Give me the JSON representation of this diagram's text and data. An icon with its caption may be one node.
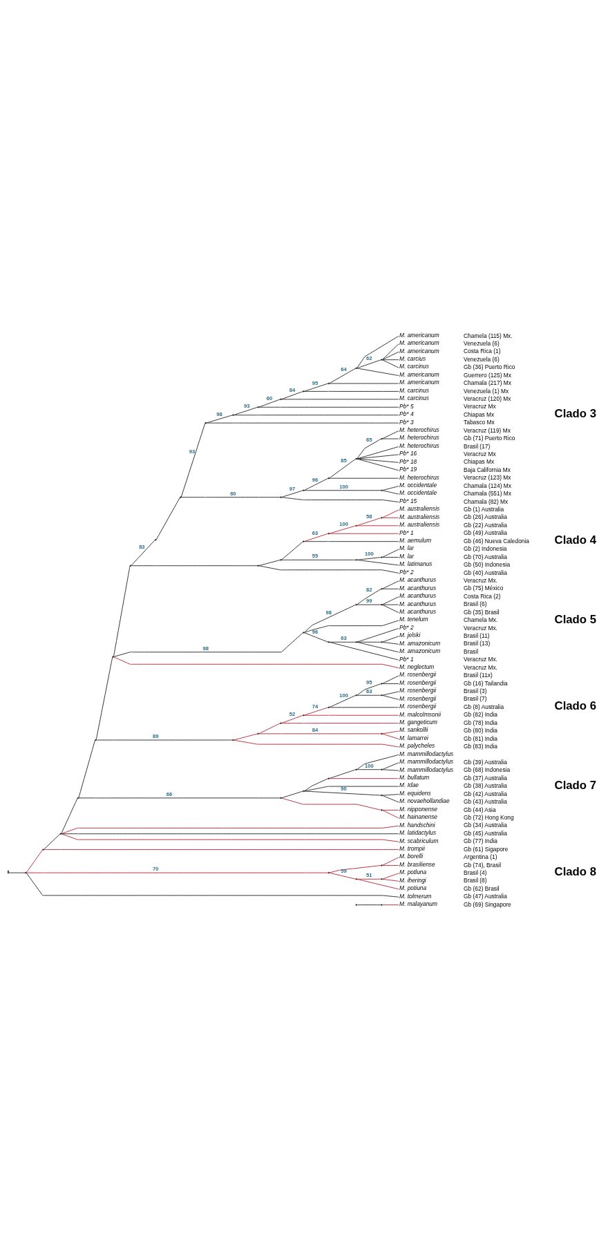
{
  "diagram": {
    "nodes": [
      {
        "text": [
          "M. americanum",
          "Chamela (115) Mx."
        ]
      },
      {
        "text": [
          "M. americanum",
          "Venezuela (6)"
        ]
      },
      {
        "text": [
          "M. americanum",
          "Costa Rica (1)"
        ]
      },
      {
        "text": [
          "M. carcius",
          "Venezuela (6)"
        ]
      },
      {
        "text": [
          "M. carcinus",
          "Gb (36) Puerto Rico"
        ]
      },
      {
        "text": [
          "M. americanum",
          "Guerrero (125) Mx"
        ]
      },
      {
        "text": [
          "M. americanum",
          "Chamala (217) Mx"
        ]
      },
      {
        "text": [
          "M. carcinus",
          "Venezuela (1) Mx"
        ]
      },
      {
        "text": [
          "M. carcinus",
          "Veracruz (120) Mx"
        ]
      },
      {
        "text": [
          "Pb* 5",
          "Veracruz Mx"
        ]
      },
      {
        "text": [
          "Pb* 4",
          "Chiapas Mx"
        ]
      },
      {
        "text": [
          "Pb* 3",
          "Tabasco Mx"
        ]
      },
      {
        "text": [
          "M. heterochirus",
          "Veracruz (119) Mx"
        ]
      },
      {
        "text": [
          "M. heterochirus",
          "Gb (71) Puerto Rico"
        ]
      },
      {
        "text": [
          "M. heterochirus",
          "Brasil (17)"
        ]
      },
      {
        "text": [
          "Pb* 16",
          "Veracruz Mx"
        ]
      },
      {
        "text": [
          "Pb* 18",
          "Chiapas Mx"
        ]
      },
      {
        "text": [
          "Pb* 19",
          "Baja California Mx"
        ]
      },
      {
        "text": [
          "M. heterochirus",
          "Veracruz (123) Mx"
        ]
      },
      {
        "text": [
          "M. occidentale",
          "Chamala (124) Mx"
        ]
      },
      {
        "text": [
          "M. occidentale",
          "Chamala (551) Mx"
        ]
      },
      {
        "text": [
          "Pb* 15",
          "Chamala (82) Mx"
        ]
      },
      {
        "text": [
          "M. australiensis",
          "Gb (1) Australia"
        ]
      },
      {
        "text": [
          "M. australiensis",
          "Gb (26) Australia"
        ]
      },
      {
        "text": [
          "M. australiensis",
          "Gb (22) Australia"
        ]
      },
      {
        "text": [
          "Pb* 1",
          "Gb (49) Australia"
        ]
      },
      {
        "text": [
          "M. aemulum",
          "Gb (46) Nueva Caledonia"
        ]
      },
      {
        "text": [
          "M. lar",
          "Gb (2) Indonesia"
        ]
      },
      {
        "text": [
          "M. lar",
          "Gb (70) Australia"
        ]
      },
      {
        "text": [
          "M. latimanus",
          "Gb (50) Indonesia"
        ]
      },
      {
        "text": [
          "Pb* 2",
          "Gb (40) Australia"
        ]
      },
      {
        "text": [
          "M. acanthurus",
          "Veracruz Mx."
        ]
      },
      {
        "text": [
          "M. acanthurus",
          "Gb (75) México"
        ]
      },
      {
        "text": [
          "M. acanthurus",
          "Costa Rica (2)"
        ]
      },
      {
        "text": [
          "M. acanthurus",
          "Brasil (6)"
        ]
      },
      {
        "text": [
          "M. acanthurus",
          "Gb (35) Brasil"
        ]
      },
      {
        "text": [
          "M. tenelum",
          "Chamela Mx."
        ]
      },
      {
        "text": [
          "Pb* 2",
          "Veracruz Mx."
        ]
      },
      {
        "text": [
          "M. jelski",
          "Brasil (11)"
        ]
      },
      {
        "text": [
          "M. amazonicum",
          "Brasil (13)"
        ]
      },
      {
        "text": [
          "M. amazonicum",
          "Brasil"
        ]
      },
      {
        "text": [
          "Pb* 1",
          "Veracruz Mx."
        ]
      },
      {
        "text": [
          "M. neglectum",
          "Veracruz Mx."
        ]
      },
      {
        "text": [
          "M. rosenbergii",
          "Brasil (11x)"
        ]
      },
      {
        "text": [
          "M. rosenbergii",
          "Gb (16) Tailandia"
        ]
      },
      {
        "text": [
          "M. rosenbergii",
          "Brasil (3)"
        ]
      },
      {
        "text": [
          "M. rosenbergii",
          "Brasil (7)"
        ]
      },
      {
        "text": [
          "M. rosenbergii",
          "Gb (8) Australia"
        ]
      },
      {
        "text": [
          "M. malcolmsonii",
          "Gb (82) India"
        ]
      },
      {
        "text": [
          "M. gangeticum",
          "Gb (78) India"
        ]
      },
      {
        "text": [
          "M. sankollii",
          "Gb (80) India"
        ]
      },
      {
        "text": [
          "M. lamarrei",
          "Gb (81) India"
        ]
      },
      {
        "text": [
          "M. palycheles",
          "Gb (83) India"
        ]
      },
      {
        "text": [
          "M. mammillodactylus"
        ]
      },
      {
        "text": [
          "M. mammillodactylus",
          "Gb (39) Australia"
        ]
      },
      {
        "text": [
          "M. mammillodactylus",
          "Gb (68) Indonesia"
        ]
      },
      {
        "text": [
          "M. bullatum",
          "Gb (37) Australia"
        ]
      },
      {
        "text": [
          "M. Idae",
          "Gb (38) Australia"
        ]
      },
      {
        "text": [
          "M. equidens",
          "Gb (42) Australia"
        ]
      },
      {
        "text": [
          "M. novaehollandiae",
          "Gb (43) Australia"
        ]
      },
      {
        "text": [
          "M. nipponense",
          "Gb (44) Asia"
        ]
      },
      {
        "text": [
          "M. hainanense",
          "Gb (72) Hong Kong"
        ]
      },
      {
        "text": [
          "M. handschini",
          "Gb (34) Australia"
        ]
      },
      {
        "text": [
          "M. latidactylus",
          "Gb (45) Australia"
        ]
      },
      {
        "text": [
          "M. scabriculum",
          "Gb (77) India"
        ]
      },
      {
        "text": [
          "M. trompii",
          "Gb (61) Sigapore"
        ]
      },
      {
        "text": [
          "M. borelli",
          "Argentina (1)"
        ]
      },
      {
        "text": [
          "M. brasiliense",
          "Gb (74), Brasil"
        ]
      },
      {
        "text": [
          "M. potluna",
          "Brasil (4)"
        ]
      },
      {
        "text": [
          "M. iheringi",
          "Brasil (8)"
        ]
      },
      {
        "text": [
          "M. potiuna",
          "Gb (62) Brasil"
        ]
      },
      {
        "text": [
          "M. tolmerum",
          "Gb (47) Australia"
        ]
      },
      {
        "text": [
          "M. malayanum",
          "Gb (69) Singapore"
        ]
      },
      {
        "text": [],
        "shape": "point"
      },
      {
        "text": [],
        "shape": "point"
      },
      {
        "text": [],
        "shape": "point"
      },
      {
        "text": [],
        "shape": "point"
      },
      {
        "text": [],
        "shape": "point"
      },
      {
        "text": [],
        "shape": "point"
      },
      {
        "text": [],
        "shape": "point"
      },
      {
        "text": [],
        "shape": "point"
      },
      {
        "text": [],
        "shape": "point"
      },
      {
        "text": [],
        "shape": "point"
      },
      {
        "text": [],
        "shape": "point"
      },
      {
        "text": [],
        "shape": "point"
      },
      {
        "text": [],
        "shape": "point"
      },
      {
        "text": [],
        "shape": "point"
      },
      {
        "text": [],
        "shape": "point"
      },
      {
        "text": [],
        "shape": "point"
      },
      {
        "text": [],
        "shape": "point"
      },
      {
        "text": [],
        "shape": "point"
      },
      {
        "text": [],
        "shape": "point"
      },
      {
        "text": [],
        "shape": "point"
      },
      {
        "text": [],
        "shape": "point"
      },
      {
        "text": [],
        "shape": "point"
      },
      {
        "text": [],
        "shape": "point"
      },
      {
        "text": [],
        "shape": "point"
      },
      {
        "text": [],
        "shape": "point"
      },
      {
        "text": [],
        "shape": "point"
      },
      {
        "text": [],
        "shape": "point"
      },
      {
        "text": [],
        "shape": "point"
      },
      {
        "text": [],
        "shape": "point"
      },
      {
        "text": [],
        "shape": "point"
      },
      {
        "text": [],
        "shape": "point"
      },
      {
        "text": [],
        "shape": "point"
      },
      {
        "text": [],
        "shape": "point"
      },
      {
        "text": [],
        "shape": "point"
      },
      {
        "text": [],
        "shape": "point"
      },
      {
        "text": [],
        "shape": "point"
      },
      {
        "text": [],
        "shape": "point"
      },
      {
        "text": [],
        "shape": "point"
      },
      {
        "text": [],
        "shape": "point"
      },
      {
        "text": [],
        "shape": "point"
      },
      {
        "text": [],
        "shape": "point"
      },
      {
        "text": [],
        "shape": "point"
      },
      {
        "text": [],
        "shape": "point"
      },
      {
        "text": [],
        "shape": "point"
      },
      {
        "text": [],
        "shape": "point"
      },
      {
        "text": [],
        "shape": "point"
      },
      {
        "text": [],
        "shape": "point"
      },
      {
        "text": [],
        "shape": "point"
      },
      {
        "text": [],
        "shape": "point"
      },
      {
        "text": [],
        "shape": "point"
      },
      {
        "text": [],
        "shape": "point"
      },
      {
        "text": [],
        "shape": "point"
      },
      {
        "text": [],
        "shape": "point"
      },
      {
        "text": [],
        "shape": "point"
      },
      {
        "text": [],
        "shape": "point"
      },
      {
        "text": [],
        "shape": "point"
      },
      {
        "text": [],
        "shape": "point"
      },
      {
        "text": [],
        "shape": "point"
      },
      {
        "text": [],
        "shape": "point"
      },
      {
        "text": [],
        "shape": "point"
      },
      {
        "text": [],
        "shape": "point"
      },
      {
        "text": [],
        "shape": "point"
      }
    ],
    "edges": [
      {
        "from": 75,
        "to": 76,
        "arrow": "none"
      },
      {
        "from": 76,
        "to": 77,
        "arrow": "none",
        "color": "#b5212e"
      },
      {
        "from": 76,
        "to": 130,
        "arrow": "none",
        "label": "70",
        "color": "#b5212e"
      },
      {
        "from": 76,
        "to": 71,
        "arrow": "none"
      },
      {
        "from": 77,
        "to": 78,
        "arrow": "none"
      },
      {
        "from": 77,
        "to": 65,
        "arrow": "none",
        "color": "#b5212e"
      },
      {
        "from": 78,
        "to": 79,
        "arrow": "none"
      },
      {
        "from": 78,
        "to": 62,
        "arrow": "none",
        "color": "#b5212e"
      },
      {
        "from": 78,
        "to": 63,
        "arrow": "none"
      },
      {
        "from": 78,
        "to": 64,
        "arrow": "none",
        "color": "#b5212e"
      },
      {
        "from": 79,
        "to": 80,
        "arrow": "none"
      },
      {
        "from": 79,
        "to": 123,
        "arrow": "none",
        "label": "66"
      },
      {
        "from": 80,
        "to": 81,
        "arrow": "none"
      },
      {
        "from": 80,
        "to": 114,
        "arrow": "none",
        "label": "89"
      },
      {
        "from": 81,
        "to": 82,
        "arrow": "none"
      },
      {
        "from": 81,
        "to": 107,
        "arrow": "none",
        "label": "98"
      },
      {
        "from": 81,
        "to": 42,
        "arrow": "none",
        "color": "#b5212e"
      },
      {
        "from": 82,
        "to": 83,
        "arrow": "none",
        "label": "83"
      },
      {
        "from": 82,
        "to": 99,
        "arrow": "none"
      },
      {
        "from": 83,
        "to": 84,
        "arrow": "none"
      },
      {
        "from": 84,
        "to": 85,
        "arrow": "none",
        "label": "93"
      },
      {
        "from": 84,
        "to": 93,
        "arrow": "none",
        "label": "60"
      },
      {
        "from": 85,
        "to": 86,
        "arrow": "none",
        "label": "98"
      },
      {
        "from": 85,
        "to": 11,
        "arrow": "none"
      },
      {
        "from": 86,
        "to": 87,
        "arrow": "none",
        "label": "93"
      },
      {
        "from": 86,
        "to": 10,
        "arrow": "none"
      },
      {
        "from": 87,
        "to": 88,
        "arrow": "none",
        "label": "60"
      },
      {
        "from": 87,
        "to": 9,
        "arrow": "none"
      },
      {
        "from": 88,
        "to": 89,
        "arrow": "none",
        "label": "84"
      },
      {
        "from": 88,
        "to": 8,
        "arrow": "none"
      },
      {
        "from": 89,
        "to": 90,
        "arrow": "none",
        "label": "95"
      },
      {
        "from": 89,
        "to": 7,
        "arrow": "none"
      },
      {
        "from": 90,
        "to": 91,
        "arrow": "none",
        "label": "64"
      },
      {
        "from": 90,
        "to": 6,
        "arrow": "none"
      },
      {
        "from": 91,
        "to": 0,
        "arrow": "none"
      },
      {
        "from": 91,
        "to": 92,
        "arrow": "none",
        "label": "62"
      },
      {
        "from": 91,
        "to": 5,
        "arrow": "none"
      },
      {
        "from": 92,
        "to": 1,
        "arrow": "none"
      },
      {
        "from": 92,
        "to": 2,
        "arrow": "none"
      },
      {
        "from": 92,
        "to": 3,
        "arrow": "none"
      },
      {
        "from": 92,
        "to": 4,
        "arrow": "none"
      },
      {
        "from": 93,
        "to": 94,
        "arrow": "none",
        "label": "97"
      },
      {
        "from": 93,
        "to": 21,
        "arrow": "none"
      },
      {
        "from": 94,
        "to": 95,
        "arrow": "none",
        "label": "96"
      },
      {
        "from": 94,
        "to": 98,
        "arrow": "none",
        "label": "100"
      },
      {
        "from": 95,
        "to": 96,
        "arrow": "none",
        "label": "85"
      },
      {
        "from": 95,
        "to": 18,
        "arrow": "none"
      },
      {
        "from": 96,
        "to": 97,
        "arrow": "none",
        "label": "65"
      },
      {
        "from": 96,
        "to": 14,
        "arrow": "none"
      },
      {
        "from": 96,
        "to": 15,
        "arrow": "none"
      },
      {
        "from": 96,
        "to": 16,
        "arrow": "none"
      },
      {
        "from": 96,
        "to": 17,
        "arrow": "none"
      },
      {
        "from": 97,
        "to": 12,
        "arrow": "none"
      },
      {
        "from": 97,
        "to": 13,
        "arrow": "none"
      },
      {
        "from": 98,
        "to": 19,
        "arrow": "none"
      },
      {
        "from": 98,
        "to": 20,
        "arrow": "none"
      },
      {
        "from": 99,
        "to": 100,
        "arrow": "none"
      },
      {
        "from": 99,
        "to": 30,
        "arrow": "none"
      },
      {
        "from": 100,
        "to": 101,
        "arrow": "none"
      },
      {
        "from": 100,
        "to": 105,
        "arrow": "none",
        "label": "55"
      },
      {
        "from": 101,
        "to": 102,
        "arrow": "none",
        "label": "63",
        "color": "#b5212e"
      },
      {
        "from": 101,
        "to": 26,
        "arrow": "none"
      },
      {
        "from": 102,
        "to": 103,
        "arrow": "none",
        "label": "100",
        "color": "#b5212e"
      },
      {
        "from": 102,
        "to": 25,
        "arrow": "none",
        "color": "#b5212e"
      },
      {
        "from": 103,
        "to": 104,
        "arrow": "none",
        "label": "58",
        "color": "#b5212e"
      },
      {
        "from": 103,
        "to": 24,
        "arrow": "none",
        "color": "#b5212e"
      },
      {
        "from": 104,
        "to": 22,
        "arrow": "none",
        "color": "#b5212e"
      },
      {
        "from": 104,
        "to": 23,
        "arrow": "none",
        "color": "#b5212e"
      },
      {
        "from": 105,
        "to": 106,
        "arrow": "none",
        "label": "100"
      },
      {
        "from": 105,
        "to": 29,
        "arrow": "none"
      },
      {
        "from": 106,
        "to": 27,
        "arrow": "none"
      },
      {
        "from": 106,
        "to": 28,
        "arrow": "none"
      },
      {
        "from": 107,
        "to": 108,
        "arrow": "none",
        "label": "98"
      },
      {
        "from": 107,
        "to": 36,
        "arrow": "none"
      },
      {
        "from": 107,
        "to": 111,
        "arrow": "none",
        "label": "96"
      },
      {
        "from": 108,
        "to": 109,
        "arrow": "none",
        "label": "82"
      },
      {
        "from": 108,
        "to": 110,
        "arrow": "none",
        "label": "99"
      },
      {
        "from": 109,
        "to": 31,
        "arrow": "none"
      },
      {
        "from": 109,
        "to": 32,
        "arrow": "none"
      },
      {
        "from": 110,
        "to": 33,
        "arrow": "none"
      },
      {
        "from": 110,
        "to": 34,
        "arrow": "none"
      },
      {
        "from": 110,
        "to": 35,
        "arrow": "none"
      },
      {
        "from": 111,
        "to": 112,
        "arrow": "none",
        "label": "63"
      },
      {
        "from": 111,
        "to": 41,
        "arrow": "none"
      },
      {
        "from": 112,
        "to": 37,
        "arrow": "none"
      },
      {
        "from": 112,
        "to": 113,
        "arrow": "none"
      },
      {
        "from": 112,
        "to": 40,
        "arrow": "none"
      },
      {
        "from": 113,
        "to": 38,
        "arrow": "none"
      },
      {
        "from": 113,
        "to": 39,
        "arrow": "none"
      },
      {
        "from": 114,
        "to": 115,
        "arrow": "none",
        "color": "#b5212e"
      },
      {
        "from": 114,
        "to": 52,
        "arrow": "none",
        "color": "#b5212e"
      },
      {
        "from": 115,
        "to": 116,
        "arrow": "none",
        "color": "#b5212e"
      },
      {
        "from": 115,
        "to": 122,
        "arrow": "none",
        "label": "84",
        "color": "#b5212e"
      },
      {
        "from": 116,
        "to": 117,
        "arrow": "none",
        "label": "52",
        "color": "#b5212e"
      },
      {
        "from": 116,
        "to": 49,
        "arrow": "none",
        "color": "#b5212e"
      },
      {
        "from": 117,
        "to": 118,
        "arrow": "none",
        "label": "74",
        "color": "#b5212e"
      },
      {
        "from": 117,
        "to": 48,
        "arrow": "none",
        "color": "#b5212e"
      },
      {
        "from": 118,
        "to": 119,
        "arrow": "none",
        "label": "100"
      },
      {
        "from": 118,
        "to": 47,
        "arrow": "none"
      },
      {
        "from": 119,
        "to": 120,
        "arrow": "none",
        "label": "95"
      },
      {
        "from": 119,
        "to": 121,
        "arrow": "none",
        "label": "63"
      },
      {
        "from": 120,
        "to": 43,
        "arrow": "none"
      },
      {
        "from": 120,
        "to": 44,
        "arrow": "none"
      },
      {
        "from": 121,
        "to": 45,
        "arrow": "none"
      },
      {
        "from": 121,
        "to": 46,
        "arrow": "none"
      },
      {
        "from": 122,
        "to": 50,
        "arrow": "none",
        "color": "#b5212e"
      },
      {
        "from": 122,
        "to": 51,
        "arrow": "none",
        "color": "#b5212e"
      },
      {
        "from": 123,
        "to": 124,
        "arrow": "none"
      },
      {
        "from": 123,
        "to": 129,
        "arrow": "none",
        "color": "#b5212e"
      },
      {
        "from": 124,
        "to": 125,
        "arrow": "none"
      },
      {
        "from": 124,
        "to": 57,
        "arrow": "none"
      },
      {
        "from": 124,
        "to": 128,
        "arrow": "none",
        "label": "90"
      },
      {
        "from": 125,
        "to": 126,
        "arrow": "none"
      },
      {
        "from": 125,
        "to": 56,
        "arrow": "none",
        "color": "#b5212e"
      },
      {
        "from": 126,
        "to": 53,
        "arrow": "none"
      },
      {
        "from": 126,
        "to": 127,
        "arrow": "none",
        "label": "100"
      },
      {
        "from": 127,
        "to": 54,
        "arrow": "none"
      },
      {
        "from": 127,
        "to": 55,
        "arrow": "none"
      },
      {
        "from": 128,
        "to": 58,
        "arrow": "none"
      },
      {
        "from": 128,
        "to": 59,
        "arrow": "none"
      },
      {
        "from": 129,
        "to": 60,
        "arrow": "none",
        "color": "#b5212e"
      },
      {
        "from": 129,
        "to": 61,
        "arrow": "none",
        "color": "#b5212e"
      },
      {
        "from": 130,
        "to": 131,
        "arrow": "none",
        "color": "#b5212e"
      },
      {
        "from": 130,
        "to": 132,
        "arrow": "none",
        "label": "59",
        "color": "#b5212e"
      },
      {
        "from": 131,
        "to": 66,
        "arrow": "none",
        "color": "#b5212e"
      },
      {
        "from": 131,
        "to": 67,
        "arrow": "none",
        "color": "#b5212e"
      },
      {
        "from": 132,
        "to": 133,
        "arrow": "none",
        "label": "51",
        "color": "#b5212e"
      },
      {
        "from": 132,
        "to": 70,
        "arrow": "none",
        "color": "#b5212e"
      },
      {
        "from": 133,
        "to": 68,
        "arrow": "none",
        "color": "#b5212e"
      },
      {
        "from": 133,
        "to": 69,
        "arrow": "none",
        "color": "#b5212e"
      },
      {
        "from": 73,
        "to": 74,
        "arrow": "none"
      },
      {
        "from": 74,
        "to": 72,
        "arrow": "none",
        "color": "#b5212e"
      }
    ],
    "labels": [
      "Clado 3",
      "Clado 4",
      "Clado 5",
      "Clado 6",
      "Clado 7",
      "Clado 8"
    ]
  }
}
